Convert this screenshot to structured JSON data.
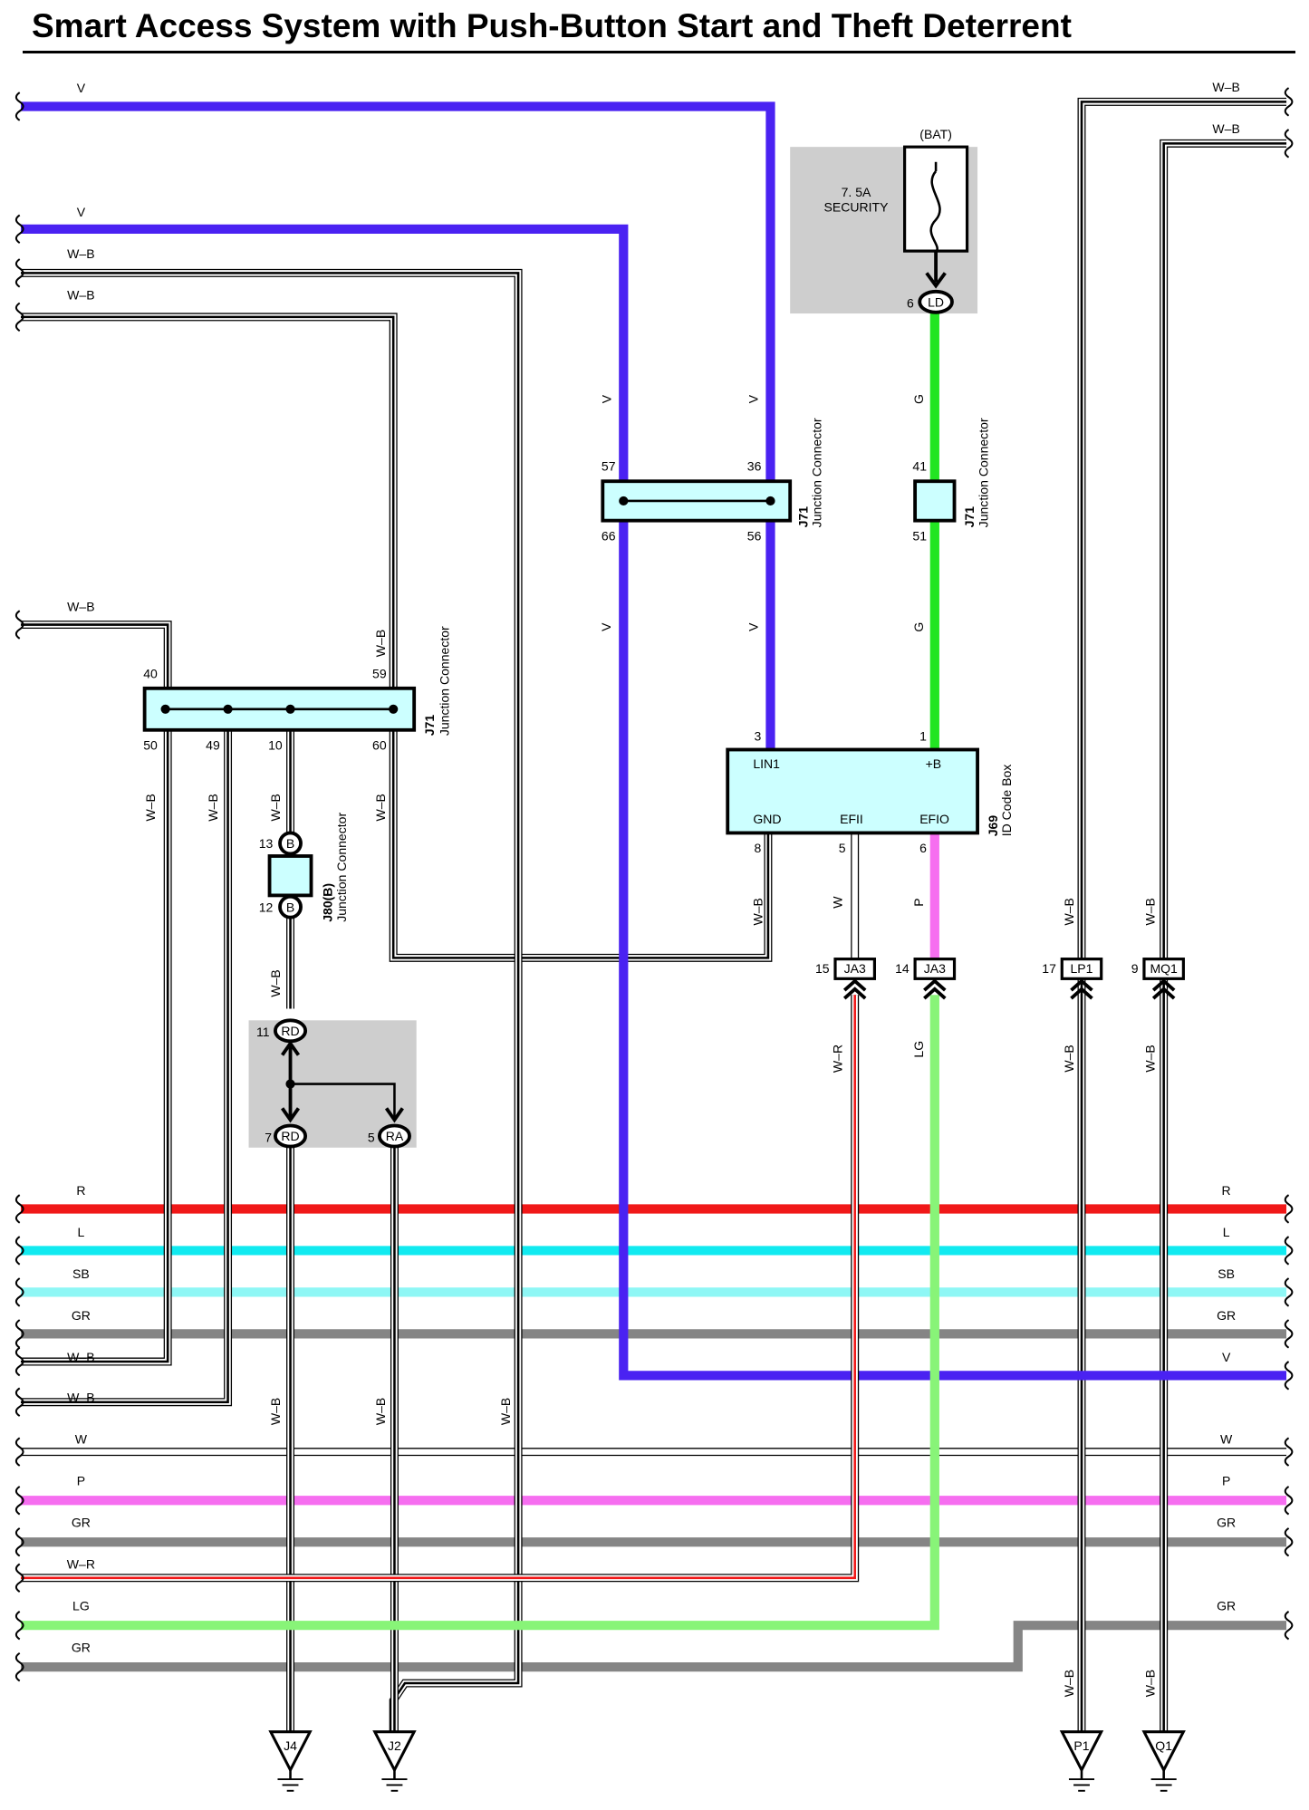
{
  "title": "Smart Access System with Push-Button Start and Theft Deterrent",
  "colors": {
    "V": "#4a22f2",
    "G": "#22e522",
    "LG": "#88f478",
    "P": "#f66ef0",
    "R": "#f01818",
    "L": "#11eaf0",
    "SB": "#8ef7f5",
    "GR": "#858585",
    "component_fill": "#ccffff",
    "shade": "#cecece"
  },
  "fuse": {
    "source": "(BAT)",
    "rating": "7. 5A",
    "name": "SECURITY",
    "pin": "6",
    "connector": "LD"
  },
  "j71_left": {
    "ref": "J71",
    "desc": "Junction Connector",
    "pins": [
      "40",
      "59",
      "50",
      "49",
      "10",
      "60"
    ]
  },
  "j71_mid": {
    "ref": "J71",
    "desc": "Junction Connector",
    "pins": [
      "57",
      "36",
      "66",
      "56"
    ]
  },
  "j71_right": {
    "ref": "J71",
    "desc": "Junction Connector",
    "pins": [
      "41",
      "51"
    ]
  },
  "j80": {
    "ref": "J80(B)",
    "desc": "Junction Connector",
    "pins": [
      "13",
      "12"
    ],
    "connector": "B"
  },
  "j69": {
    "ref": "J69",
    "desc": "ID Code Box",
    "terminals": [
      "LIN1",
      "+B",
      "GND",
      "EFII",
      "EFIO"
    ],
    "pins": [
      "3",
      "1",
      "8",
      "5",
      "6"
    ]
  },
  "splice_rd": {
    "pins": [
      "11",
      "7",
      "5"
    ],
    "connectors": [
      "RD",
      "RD",
      "RA"
    ]
  },
  "connectors": [
    {
      "pin": "15",
      "name": "JA3"
    },
    {
      "pin": "14",
      "name": "JA3"
    },
    {
      "pin": "17",
      "name": "LP1"
    },
    {
      "pin": "9",
      "name": "MQ1"
    }
  ],
  "grounds": [
    "J4",
    "J2",
    "P1",
    "Q1"
  ],
  "left_wire_labels": [
    "V",
    "V",
    "W–B",
    "W–B",
    "W–B",
    "R",
    "L",
    "SB",
    "GR",
    "W–B",
    "W–B",
    "W",
    "P",
    "GR",
    "W–R",
    "LG",
    "GR"
  ],
  "right_wire_labels": [
    "W–B",
    "W–B",
    "R",
    "L",
    "SB",
    "GR",
    "V",
    "W",
    "P",
    "GR",
    "GR"
  ],
  "vertical_labels": [
    "V",
    "V",
    "V",
    "V",
    "G",
    "G",
    "W–B",
    "W–B",
    "W–B",
    "W–B",
    "W–B",
    "W–B",
    "W–B",
    "W",
    "P",
    "W–B",
    "W–B",
    "W–R",
    "LG",
    "W–B",
    "W–B",
    "W–B",
    "W–B",
    "W–B",
    "W–B",
    "W–B",
    "W–B"
  ]
}
